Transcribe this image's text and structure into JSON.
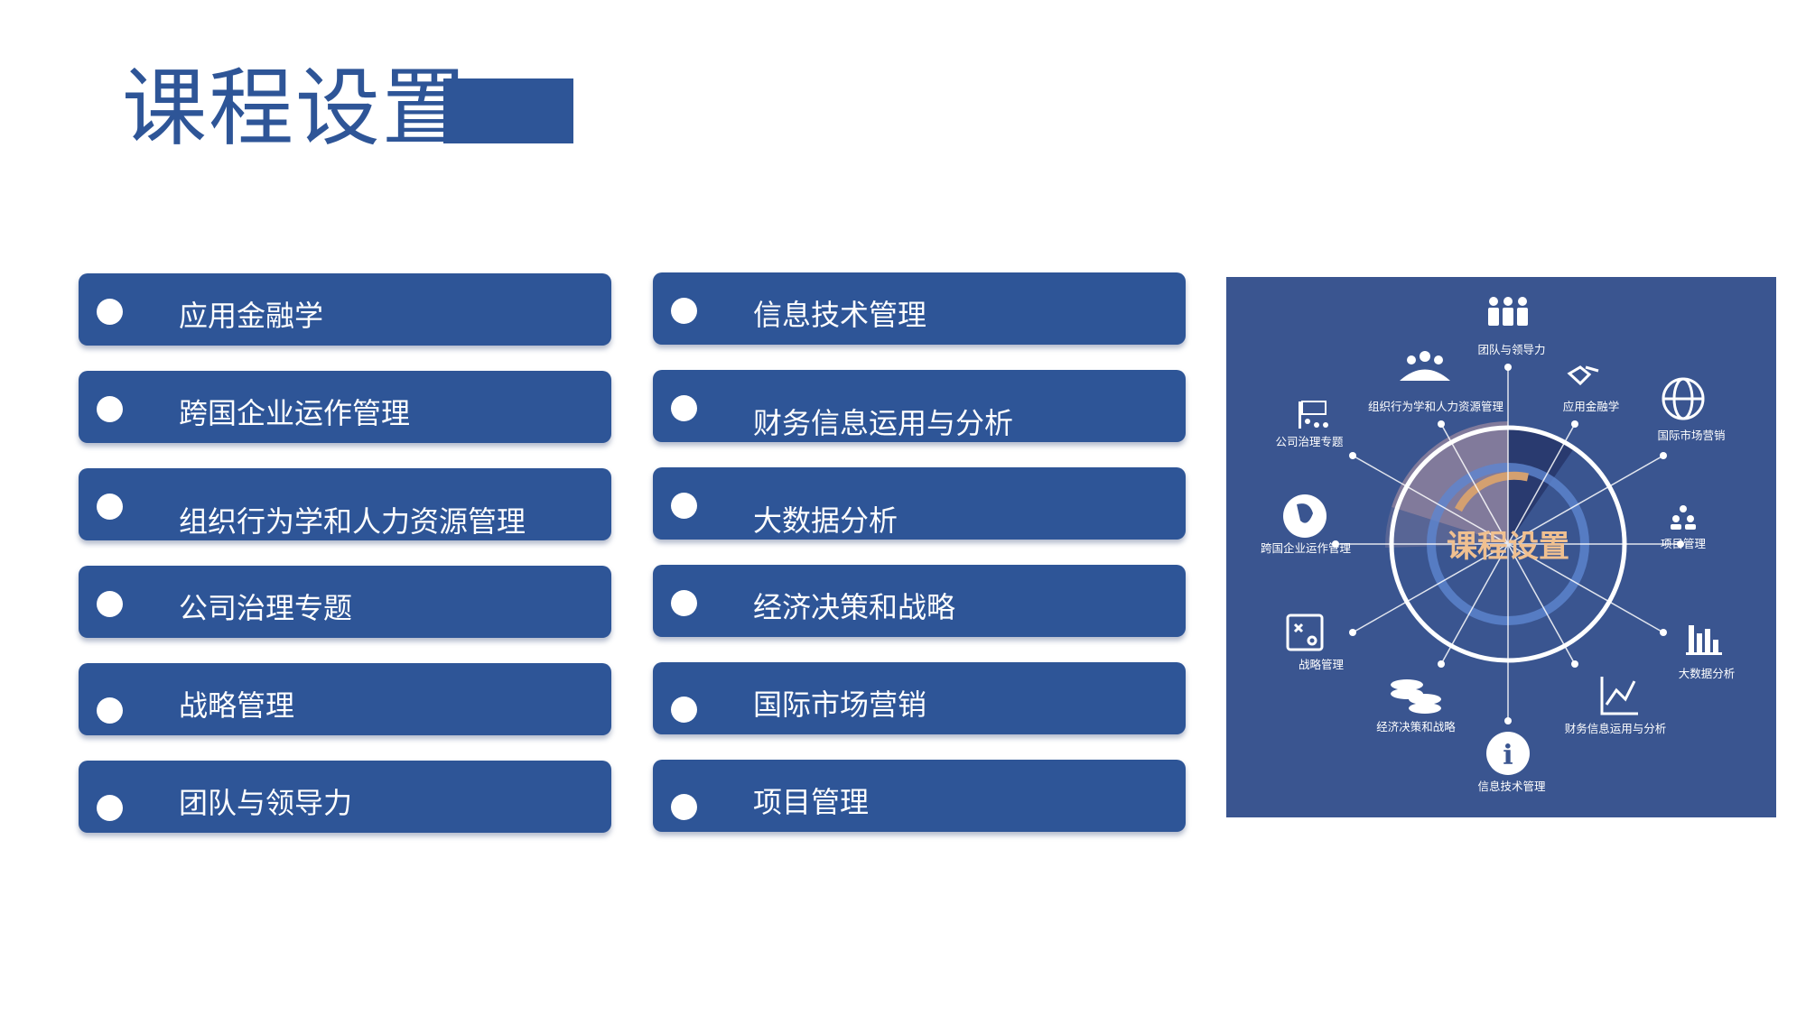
{
  "page": {
    "title": "课程设置"
  },
  "courses": {
    "left": [
      {
        "label": "应用金融学"
      },
      {
        "label": "跨国企业运作管理"
      },
      {
        "label": "组织行为学和人力资源管理"
      },
      {
        "label": "公司治理专题"
      },
      {
        "label": "战略管理"
      },
      {
        "label": "团队与领导力"
      }
    ],
    "right": [
      {
        "label": "信息技术管理"
      },
      {
        "label": "财务信息运用与分析"
      },
      {
        "label": "大数据分析"
      },
      {
        "label": "经济决策和战略"
      },
      {
        "label": "国际市场营销"
      },
      {
        "label": "项目管理"
      }
    ]
  },
  "wheel": {
    "center_title": "课程设置",
    "labels": {
      "top": "团队与领导力",
      "org": "组织行为学和人力资源管理",
      "finance": "应用金融学",
      "gov": "公司治理专题",
      "intl": "国际市场营销",
      "multi": "跨国企业运作管理",
      "project": "项目管理",
      "strategy": "战略管理",
      "bigdata": "大数据分析",
      "econ": "经济决策和战略",
      "fin_info": "财务信息运用与分析",
      "it": "信息技术管理"
    }
  },
  "colors": {
    "brand": "#2e5597",
    "wheel_bg": "#3a5590",
    "accent": "#f0c090"
  }
}
